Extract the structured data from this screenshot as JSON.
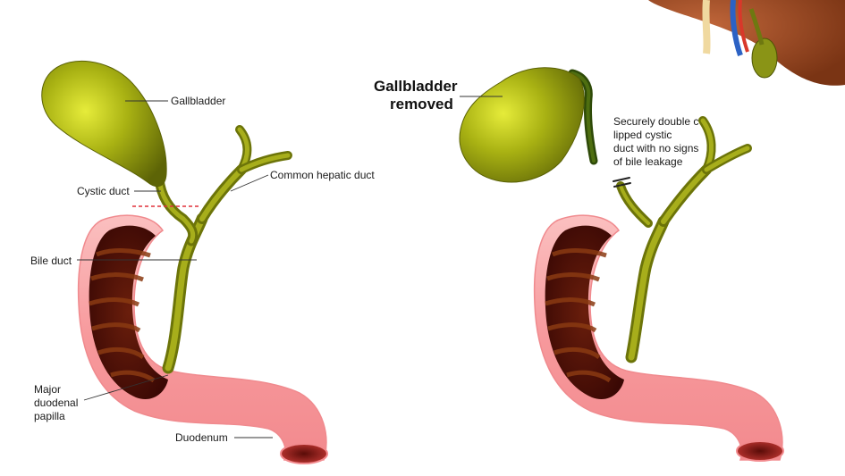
{
  "labels": {
    "gallbladder": "Gallbladder",
    "cystic_duct": "Cystic duct",
    "common_hepatic_duct": "Common hepatic duct",
    "bile_duct": "Bile duct",
    "major_papilla_line1": "Major",
    "major_papilla_line2": "duodenal",
    "major_papilla_line3": "papilla",
    "duodenum": "Duodenum",
    "removed_line1": "Gallbladder",
    "removed_line2": "removed",
    "clip_line1": "Securely double c",
    "clip_line2": "lipped cystic",
    "clip_line3": "duct with no signs",
    "clip_line4": "of bile leakage"
  },
  "colors": {
    "gallbladder": "#a3ad12",
    "gallbladder_dark": "#5a6105",
    "duct": "#8a9416",
    "duodenum_outer": "#f7a1a3",
    "duodenum_inner": "#4a0d07",
    "cut_line": "#e0303a",
    "liver": "#9b4a22"
  }
}
